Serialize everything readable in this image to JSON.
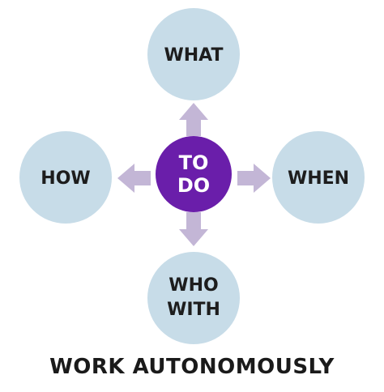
{
  "center": {
    "line1": "TO",
    "line2": "DO"
  },
  "nodes": {
    "top": "WHAT",
    "right": "WHEN",
    "bottom": {
      "line1": "WHO",
      "line2": "WITH"
    },
    "left": "HOW"
  },
  "caption": "WORK AUTONOMOUSLY",
  "colors": {
    "outer_circle": "#c7dce8",
    "center_circle": "#6a1eaa",
    "arrow": "#c3b6d6",
    "text": "#1d1d1d"
  }
}
